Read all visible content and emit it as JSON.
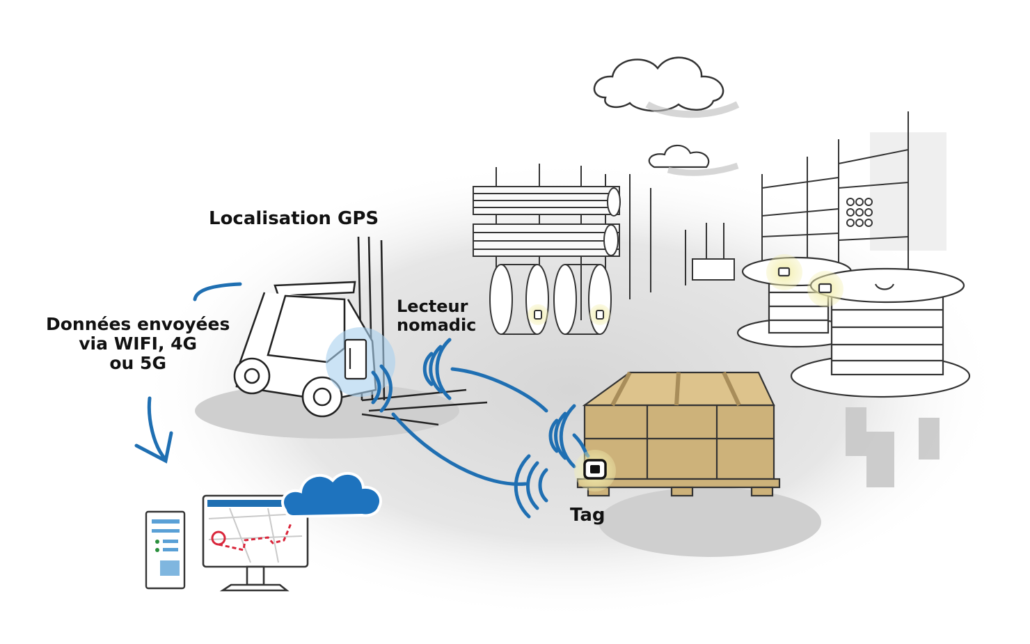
{
  "labels": {
    "gps": "Localisation GPS",
    "reader": "Lecteur\nnomadic",
    "data_sent": "Données envoyées\nvia WIFI, 4G\nou 5G",
    "tag": "Tag"
  },
  "colors": {
    "signal_blue": "#1f6fb2",
    "cloud_blue": "#1e73be",
    "tag_glow": "#f1eeb0",
    "box_wood": "#cdb27a",
    "route_red": "#d9253a",
    "ink": "#222222",
    "ground_grey": "#d9d9d9"
  },
  "icons": {
    "forklift": "forklift-icon",
    "reader": "handheld-reader-icon",
    "pallet": "pallet-boxes-icon",
    "tag": "rfid-tag-icon",
    "cloud": "cloud-icon",
    "server": "server-icon",
    "monitor": "monitor-map-icon",
    "reel": "cable-reel-icon",
    "rack": "storage-rack-icon"
  }
}
